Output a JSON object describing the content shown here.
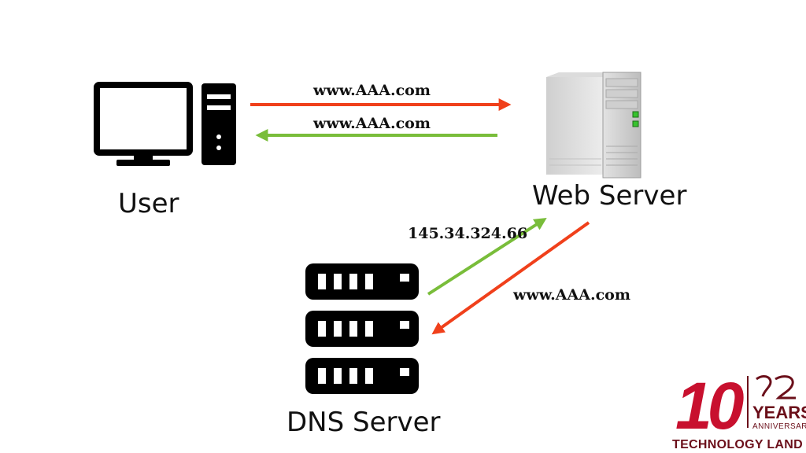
{
  "nodes": {
    "user": {
      "label": "User",
      "icon": "desktop-computer-icon"
    },
    "web_server": {
      "label": "Web Server",
      "icon": "server-tower-icon"
    },
    "dns_server": {
      "label": "DNS Server",
      "icon": "server-rack-icon"
    }
  },
  "edges": [
    {
      "from": "user",
      "to": "web_server",
      "label": "www.AAA.com",
      "color": "#f0401b"
    },
    {
      "from": "web_server",
      "to": "user",
      "label": "www.AAA.com",
      "color": "#79bd3a"
    },
    {
      "from": "web_server",
      "to": "dns_server",
      "label": "www.AAA.com",
      "color": "#f0401b"
    },
    {
      "from": "dns_server",
      "to": "web_server",
      "label": "145.34.324.66",
      "color": "#79bd3a"
    }
  ],
  "logo": {
    "number": "10",
    "years": "YEARS",
    "anniversary": "ANNIVERSARY",
    "company": "TECHNOLOGY LAND",
    "color": "#c8102e"
  }
}
